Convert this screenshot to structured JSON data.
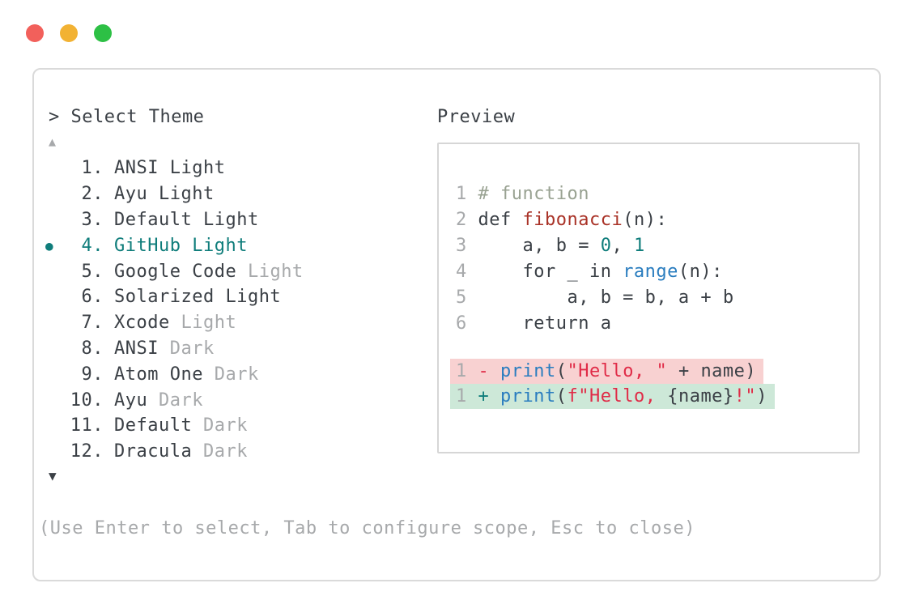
{
  "colors": {
    "window_border": "#dadada",
    "panel_border": "#d6d6d6",
    "text_dark": "#3b4046",
    "text_muted": "#a7a9ab",
    "teal": "#0f7d7b",
    "blue": "#2a7dbf",
    "crimson": "#e02b47",
    "dark_red": "#a93227",
    "comment": "#99a292",
    "removed_bg": "#f8d1d1",
    "added_bg": "#cde8d8",
    "traffic_red": "#f2605b",
    "traffic_yellow": "#f2b233",
    "traffic_green": "#2dc045"
  },
  "traffic_lights": [
    {
      "name": "close",
      "color_key": "traffic_red"
    },
    {
      "name": "minimize",
      "color_key": "traffic_yellow"
    },
    {
      "name": "zoom",
      "color_key": "traffic_green"
    }
  ],
  "selector": {
    "title": "> Select Theme",
    "scroll_up": "▲",
    "scroll_down": "▼",
    "selected_bullet": "●",
    "items": [
      {
        "num": "1.",
        "name": "ANSI",
        "suffix": "Light",
        "muted_suffix": false,
        "selected": false
      },
      {
        "num": "2.",
        "name": "Ayu",
        "suffix": "Light",
        "muted_suffix": false,
        "selected": false
      },
      {
        "num": "3.",
        "name": "Default",
        "suffix": "Light",
        "muted_suffix": false,
        "selected": false
      },
      {
        "num": "4.",
        "name": "GitHub",
        "suffix": "Light",
        "muted_suffix": false,
        "selected": true
      },
      {
        "num": "5.",
        "name": "Google Code",
        "suffix": "Light",
        "muted_suffix": true,
        "selected": false
      },
      {
        "num": "6.",
        "name": "Solarized",
        "suffix": "Light",
        "muted_suffix": false,
        "selected": false
      },
      {
        "num": "7.",
        "name": "Xcode",
        "suffix": "Light",
        "muted_suffix": true,
        "selected": false
      },
      {
        "num": "8.",
        "name": "ANSI",
        "suffix": "Dark",
        "muted_suffix": true,
        "selected": false
      },
      {
        "num": "9.",
        "name": "Atom One",
        "suffix": "Dark",
        "muted_suffix": true,
        "selected": false
      },
      {
        "num": "10.",
        "name": "Ayu",
        "suffix": "Dark",
        "muted_suffix": true,
        "selected": false
      },
      {
        "num": "11.",
        "name": "Default",
        "suffix": "Dark",
        "muted_suffix": true,
        "selected": false
      },
      {
        "num": "12.",
        "name": "Dracula",
        "suffix": "Dark",
        "muted_suffix": true,
        "selected": false
      }
    ],
    "footer": "(Use Enter to select, Tab to configure scope, Esc to close)"
  },
  "preview": {
    "title": "Preview",
    "code_lines": [
      {
        "segments": [
          {
            "t": "1 ",
            "c": "ln"
          },
          {
            "t": "# function",
            "c": "cm"
          }
        ]
      },
      {
        "segments": [
          {
            "t": "2 ",
            "c": "ln"
          },
          {
            "t": "def ",
            "c": "pl"
          },
          {
            "t": "fibonacci",
            "c": "fn"
          },
          {
            "t": "(n):",
            "c": "pl"
          }
        ]
      },
      {
        "segments": [
          {
            "t": "3 ",
            "c": "ln"
          },
          {
            "t": "    a, b = ",
            "c": "pl"
          },
          {
            "t": "0",
            "c": "num"
          },
          {
            "t": ", ",
            "c": "pl"
          },
          {
            "t": "1",
            "c": "num"
          }
        ]
      },
      {
        "segments": [
          {
            "t": "4 ",
            "c": "ln"
          },
          {
            "t": "    for _ in ",
            "c": "pl"
          },
          {
            "t": "range",
            "c": "bi"
          },
          {
            "t": "(n):",
            "c": "pl"
          }
        ]
      },
      {
        "segments": [
          {
            "t": "5 ",
            "c": "ln"
          },
          {
            "t": "        a, b = b, a + b",
            "c": "pl"
          }
        ]
      },
      {
        "segments": [
          {
            "t": "6 ",
            "c": "ln"
          },
          {
            "t": "    return a",
            "c": "pl"
          }
        ]
      }
    ],
    "diff_lines": [
      {
        "kind": "removed",
        "segments": [
          {
            "t": "1 ",
            "c": "ln"
          },
          {
            "t": "- ",
            "c": "minus"
          },
          {
            "t": "print",
            "c": "bi"
          },
          {
            "t": "(",
            "c": "pl"
          },
          {
            "t": "\"Hello, \"",
            "c": "str"
          },
          {
            "t": " + name)",
            "c": "pl"
          }
        ]
      },
      {
        "kind": "added",
        "segments": [
          {
            "t": "1 ",
            "c": "ln"
          },
          {
            "t": "+ ",
            "c": "plus"
          },
          {
            "t": "print",
            "c": "bi"
          },
          {
            "t": "(",
            "c": "pl"
          },
          {
            "t": "f\"Hello, ",
            "c": "str"
          },
          {
            "t": "{name}",
            "c": "pl"
          },
          {
            "t": "!\"",
            "c": "str"
          },
          {
            "t": ")",
            "c": "pl"
          }
        ]
      }
    ]
  }
}
